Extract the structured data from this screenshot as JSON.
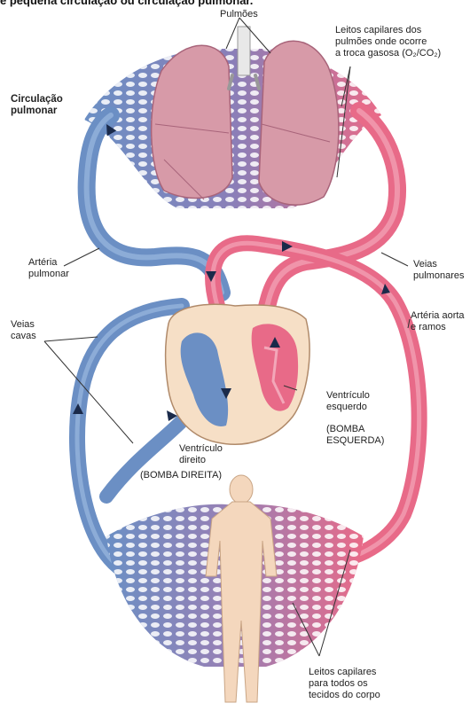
{
  "top_text": "e pequena circulação ou circulação pulmonar.",
  "labels": {
    "pulmoes": "Pulmões",
    "leitos_pulmoes": "Leitos capilares dos\npulmões onde ocorre\na troca gasosa (O₂/CO₂)",
    "circulacao_pulmonar": "Circulação\npulmonar",
    "arteria_pulmonar": "Artéria\npulmonar",
    "veias_pulmonares": "Veias\npulmonares",
    "veias_cavas": "Veias\ncavas",
    "arteria_aorta": "Artéria aorta\ne ramos",
    "ventriculo_esquerdo": "Ventrículo\nesquerdo",
    "bomba_esquerda": "(BOMBA\nESQUERDA)",
    "ventriculo_direito": "Ventrículo\ndireito",
    "bomba_direita": "(BOMBA DIREITA)",
    "leitos_corpo": "Leitos capilares\npara todos os\ntecidos do corpo"
  },
  "colors": {
    "venous_blue": "#6b8fc4",
    "venous_blue_light": "#9ab8e0",
    "arterial_red": "#e86a88",
    "arterial_red_light": "#f3a7b9",
    "lung_pink": "#d79aa8",
    "heart_beige": "#f6dfc6",
    "body_skin": "#f4d7bd",
    "capillary_purple": "#8a7fb8"
  }
}
